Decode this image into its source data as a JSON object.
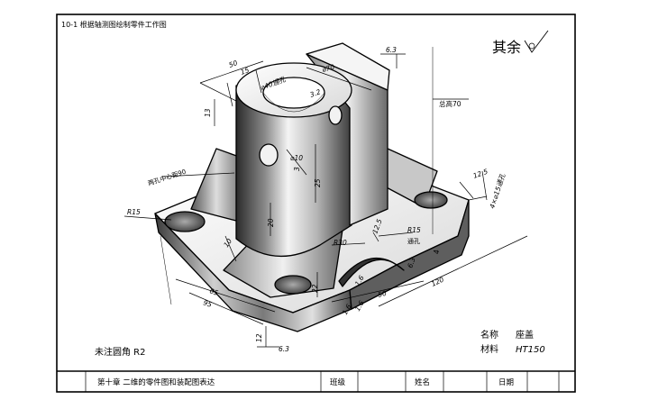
{
  "header": {
    "title": "10-1  根据轴测图绘制零件工作图"
  },
  "roughness": {
    "label": "其余"
  },
  "dimensions": {
    "d50_top": "50",
    "d15": "15",
    "d6_3a": "6.3",
    "phi70": "⌀70",
    "phi40": "⌀40通孔",
    "d13": "13",
    "d3_2": "3.2",
    "phi10": "⌀10",
    "d3": "3",
    "d25": "25",
    "holes_dist": "两孔中心距90",
    "total_height": "总高70",
    "d12_5": "12.5",
    "holes": "4×⌀15通孔",
    "r15_left": "R15",
    "d20": "20",
    "d10": "10",
    "r30": "R30",
    "r15_right": "R15",
    "through": "通孔",
    "d12_5b": "12.5",
    "d4": "4",
    "d6_3b": "6.3",
    "d1_6a": "1.6",
    "d1_6b": "1.6",
    "d22": "22",
    "d65": "65",
    "d95": "95",
    "d50_bottom": "50",
    "d120": "120",
    "d1_6c": "1.6",
    "d12": "12",
    "d6_3c": "6.3"
  },
  "notes": {
    "fillet": "未注圆角 R2",
    "name_label": "名称",
    "name_value": "座盖",
    "material_label": "材料",
    "material_value": "HT150"
  },
  "title_block": {
    "chapter": "第十章   二维的零件图和装配图表达",
    "class_label": "班级",
    "name_label": "姓名",
    "date_label": "日期"
  }
}
